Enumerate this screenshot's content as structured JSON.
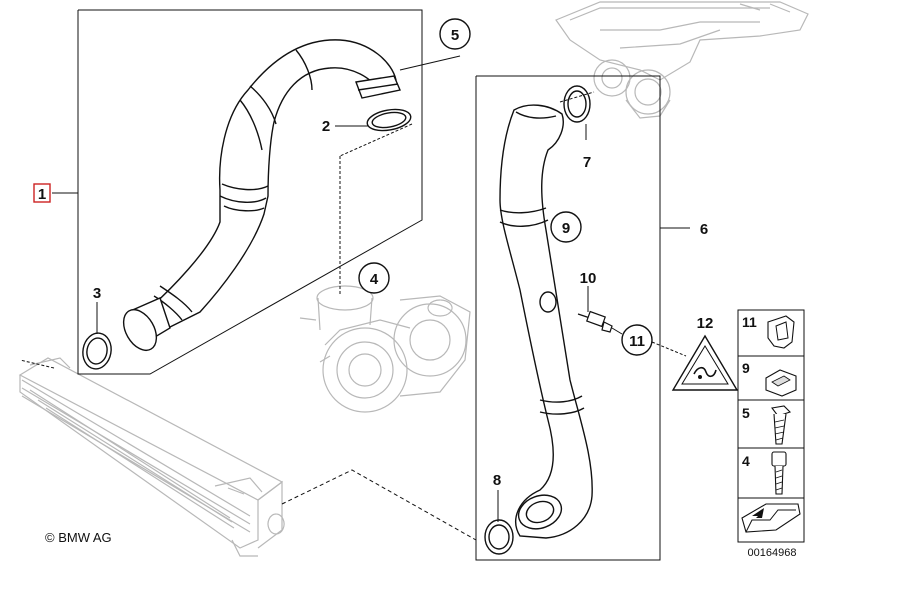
{
  "callouts": {
    "c1": "1",
    "c2": "2",
    "c3": "3",
    "c4": "4",
    "c5": "5",
    "c6": "6",
    "c7": "7",
    "c8": "8",
    "c9": "9",
    "c10": "10",
    "c11": "11",
    "c12": "12"
  },
  "legend": {
    "items": [
      {
        "num": "11",
        "icon": "clip-icon"
      },
      {
        "num": "9",
        "icon": "clamp-nut-icon"
      },
      {
        "num": "5",
        "icon": "hex-bolt-icon"
      },
      {
        "num": "4",
        "icon": "socket-screw-icon"
      }
    ],
    "arrow_icon": "page-arrow-icon"
  },
  "copyright": "© BMW AG",
  "diagram_ref": "00164968",
  "colors": {
    "line": "#111111",
    "part_light": "#b8b8b8",
    "highlight_box": "#cc2222"
  }
}
